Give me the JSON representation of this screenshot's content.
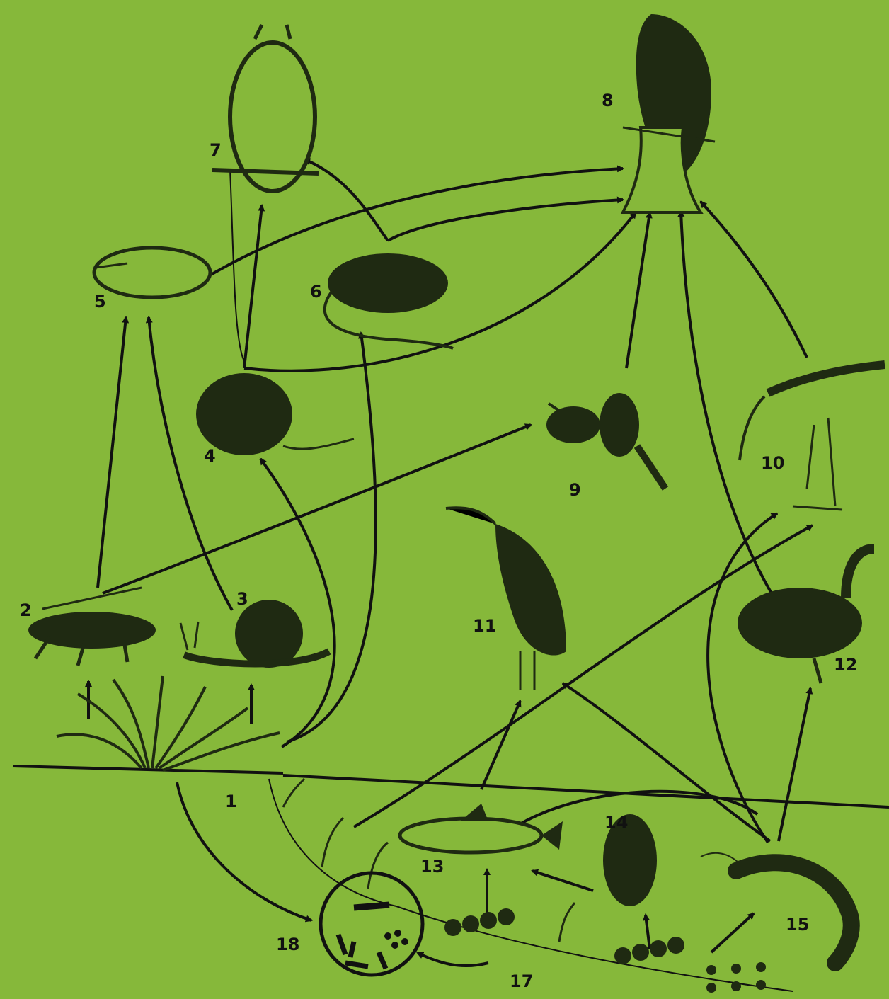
{
  "colors": {
    "background": "#86b83a",
    "ink": "#111111",
    "organism": "#1f2a12"
  },
  "labels": {
    "l1": "1",
    "l2": "2",
    "l3": "3",
    "l4": "4",
    "l5": "5",
    "l6": "6",
    "l7": "7",
    "l8": "8",
    "l9": "9",
    "l10": "10",
    "l11": "11",
    "l12": "12",
    "l13": "13",
    "l14": "14",
    "l15": "15",
    "l17": "17",
    "l18": "18"
  },
  "organisms": [
    {
      "label": "1",
      "icon": "grass-icon"
    },
    {
      "label": "2",
      "icon": "grasshopper-icon"
    },
    {
      "label": "3",
      "icon": "snail-icon"
    },
    {
      "label": "4",
      "icon": "vole-icon"
    },
    {
      "label": "5",
      "icon": "shrew-icon"
    },
    {
      "label": "6",
      "icon": "rat-icon"
    },
    {
      "label": "7",
      "icon": "owl-icon"
    },
    {
      "label": "8",
      "icon": "hawk-icon"
    },
    {
      "label": "9",
      "icon": "songbirds-icon"
    },
    {
      "label": "10",
      "icon": "stilt-icon"
    },
    {
      "label": "11",
      "icon": "heron-icon"
    },
    {
      "label": "12",
      "icon": "duck-icon"
    },
    {
      "label": "13",
      "icon": "fish-icon"
    },
    {
      "label": "14",
      "icon": "water-beetle-icon"
    },
    {
      "label": "15",
      "icon": "shrimp-icon"
    },
    {
      "label": "17",
      "icon": "algae-icon"
    },
    {
      "label": "18",
      "icon": "bacteria-icon"
    }
  ]
}
